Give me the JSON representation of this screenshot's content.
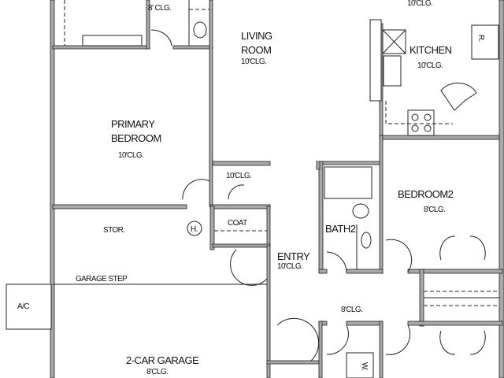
{
  "rooms": {
    "top_bath": {
      "ceiling": "8' CLG."
    },
    "dining": {
      "ceiling": "10'CLG."
    },
    "living": {
      "name_line1": "LIVING",
      "name_line2": "ROOM",
      "ceiling": "10'CLG."
    },
    "kitchen": {
      "name": "KITCHEN",
      "ceiling": "10'CLG.",
      "fridge": "R."
    },
    "primary_bedroom": {
      "name_line1": "PRIMARY",
      "name_line2": "BEDROOM",
      "ceiling": "10'CLG."
    },
    "hall_closet": {
      "ceiling": "10'CLG."
    },
    "bedroom2": {
      "name": "BEDROOM2",
      "ceiling": "8'CLG."
    },
    "storage": {
      "name": "STOR.",
      "heater": "H."
    },
    "coat": {
      "name": "COAT"
    },
    "bath2": {
      "name": "BATH2"
    },
    "entry": {
      "name": "ENTRY",
      "ceiling": "10'CLG."
    },
    "garage_step": {
      "name": "GARAGE STEP"
    },
    "ac": {
      "name": "A/C"
    },
    "hallway": {
      "ceiling": "8'CLG."
    },
    "garage": {
      "name": "2-CAR GARAGE",
      "ceiling": "8'CLG."
    },
    "laundry": {
      "washer": "W."
    }
  }
}
